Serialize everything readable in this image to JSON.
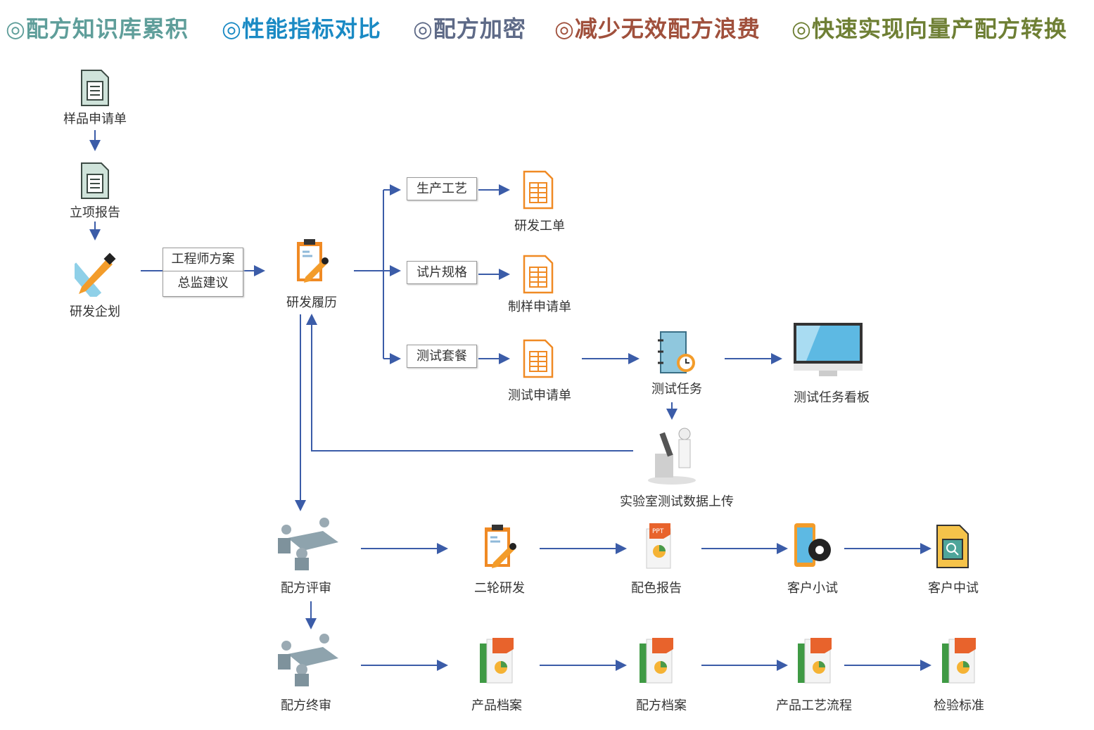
{
  "headers": [
    {
      "text": "◎配方知识库累积",
      "color": "#5f9e9a"
    },
    {
      "text": "◎性能指标对比",
      "color": "#1a8ac4"
    },
    {
      "text": "◎配方加密",
      "color": "#5e6a87"
    },
    {
      "text": "◎减少无效配方浪费",
      "color": "#a0503c"
    },
    {
      "text": "◎快速实现向量产配方转换",
      "color": "#6e7f34"
    }
  ],
  "nodes": {
    "sample_request": "样品申请单",
    "project_report": "立项报告",
    "rd_plan": "研发企划",
    "engineer_plan": "工程师方案",
    "director_advice": "总监建议",
    "rd_history": "研发履历",
    "production_process": "生产工艺",
    "rd_work_order": "研发工单",
    "test_piece_spec": "试片规格",
    "sample_make_request": "制样申请单",
    "test_package": "测试套餐",
    "test_request": "测试申请单",
    "test_task": "测试任务",
    "test_task_board": "测试任务看板",
    "lab_upload": "实验室测试数据上传",
    "formula_review": "配方评审",
    "second_rd": "二轮研发",
    "color_report": "配色报告",
    "customer_small_test": "客户小试",
    "customer_pilot_test": "客户中试",
    "formula_final_review": "配方终审",
    "product_archive": "产品档案",
    "formula_archive": "配方档案",
    "product_process_flow": "产品工艺流程",
    "inspection_standard": "检验标准"
  },
  "colors": {
    "arrow": "#3b5ca8",
    "doc_green": "#cfe3da",
    "doc_orange": "#f08a24"
  }
}
